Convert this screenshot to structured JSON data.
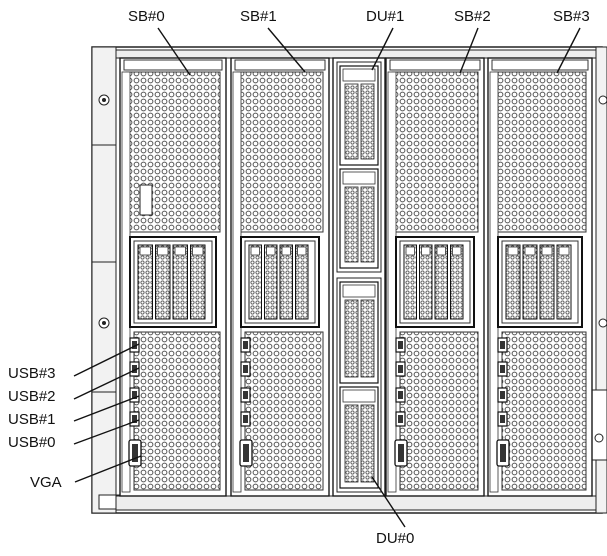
{
  "labels": {
    "sb0": "SB#0",
    "sb1": "SB#1",
    "du1": "DU#1",
    "sb2": "SB#2",
    "sb3": "SB#3",
    "usb3": "USB#3",
    "usb2": "USB#2",
    "usb1": "USB#1",
    "usb0": "USB#0",
    "vga": "VGA",
    "du0": "DU#0"
  },
  "colors": {
    "line": "#1a1a1a",
    "mesh": "#6b6b6b",
    "panel": "#ffffff",
    "shade": "#d9d9d9"
  }
}
